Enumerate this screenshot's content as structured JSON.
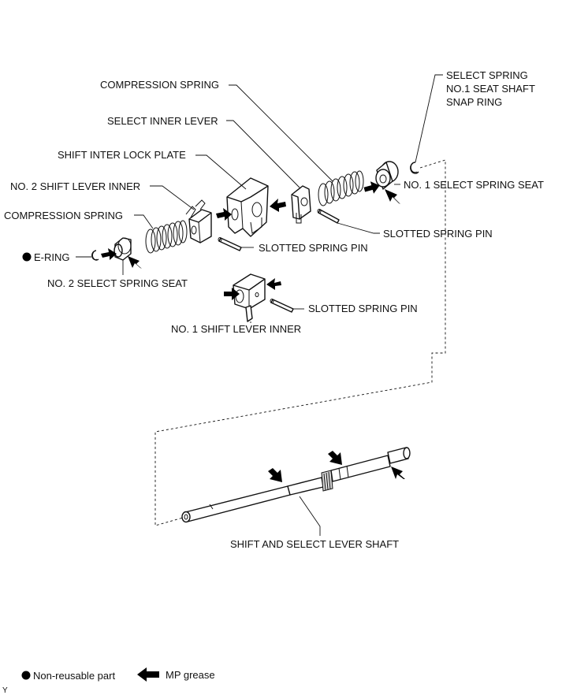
{
  "labels": {
    "compression_spring_top": "COMPRESSION SPRING",
    "select_inner_lever": "SELECT INNER LEVER",
    "shift_inter_lock_plate": "SHIFT INTER LOCK PLATE",
    "no2_shift_lever_inner": "NO. 2 SHIFT LEVER INNER",
    "compression_spring_left": "COMPRESSION SPRING",
    "e_ring": "E-RING",
    "no2_select_spring_seat": "NO. 2 SELECT SPRING SEAT",
    "slotted_spring_pin_center": "SLOTTED SPRING PIN",
    "slotted_spring_pin_right": "SLOTTED SPRING PIN",
    "slotted_spring_pin_lower": "SLOTTED SPRING PIN",
    "no1_shift_lever_inner": "NO. 1 SHIFT LEVER INNER",
    "snap_ring_line1": "SELECT SPRING",
    "snap_ring_line2": "NO.1 SEAT SHAFT",
    "snap_ring_line3": "SNAP RING",
    "no1_select_spring_seat": "NO. 1 SELECT SPRING SEAT",
    "shift_select_lever_shaft": "SHIFT AND SELECT LEVER SHAFT"
  },
  "legend": {
    "non_reusable": "Non-reusable part",
    "mp_grease": "MP grease"
  },
  "corner_code": "Y",
  "icons": {
    "non_reusable": "filled-circle-icon",
    "mp_grease": "black-arrow-icon"
  }
}
